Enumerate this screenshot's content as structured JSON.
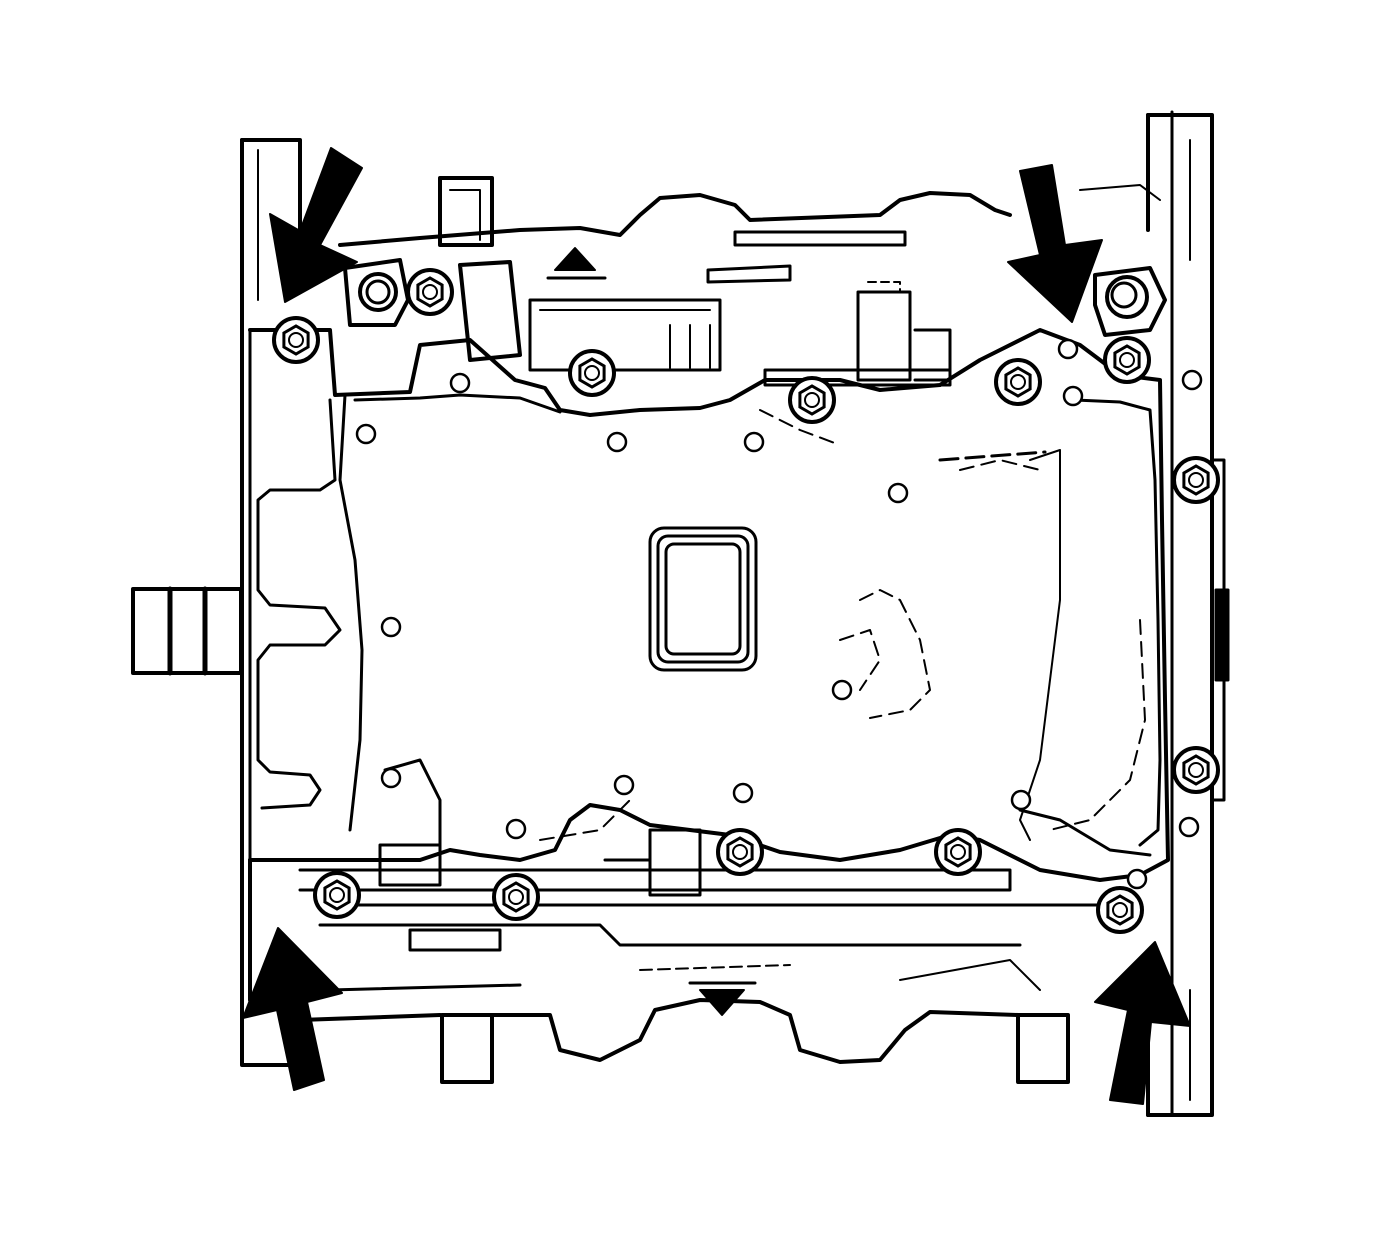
{
  "diagram": {
    "colors": {
      "background": "#ffffff",
      "line": "#000000"
    },
    "callouts": [
      {
        "name": "arrow-top-left",
        "icon": "arrow-down-right-icon"
      },
      {
        "name": "arrow-top-right",
        "icon": "arrow-down-left-icon"
      },
      {
        "name": "arrow-bottom-left",
        "icon": "arrow-up-right-icon"
      },
      {
        "name": "arrow-bottom-right",
        "icon": "arrow-up-left-icon"
      }
    ]
  }
}
